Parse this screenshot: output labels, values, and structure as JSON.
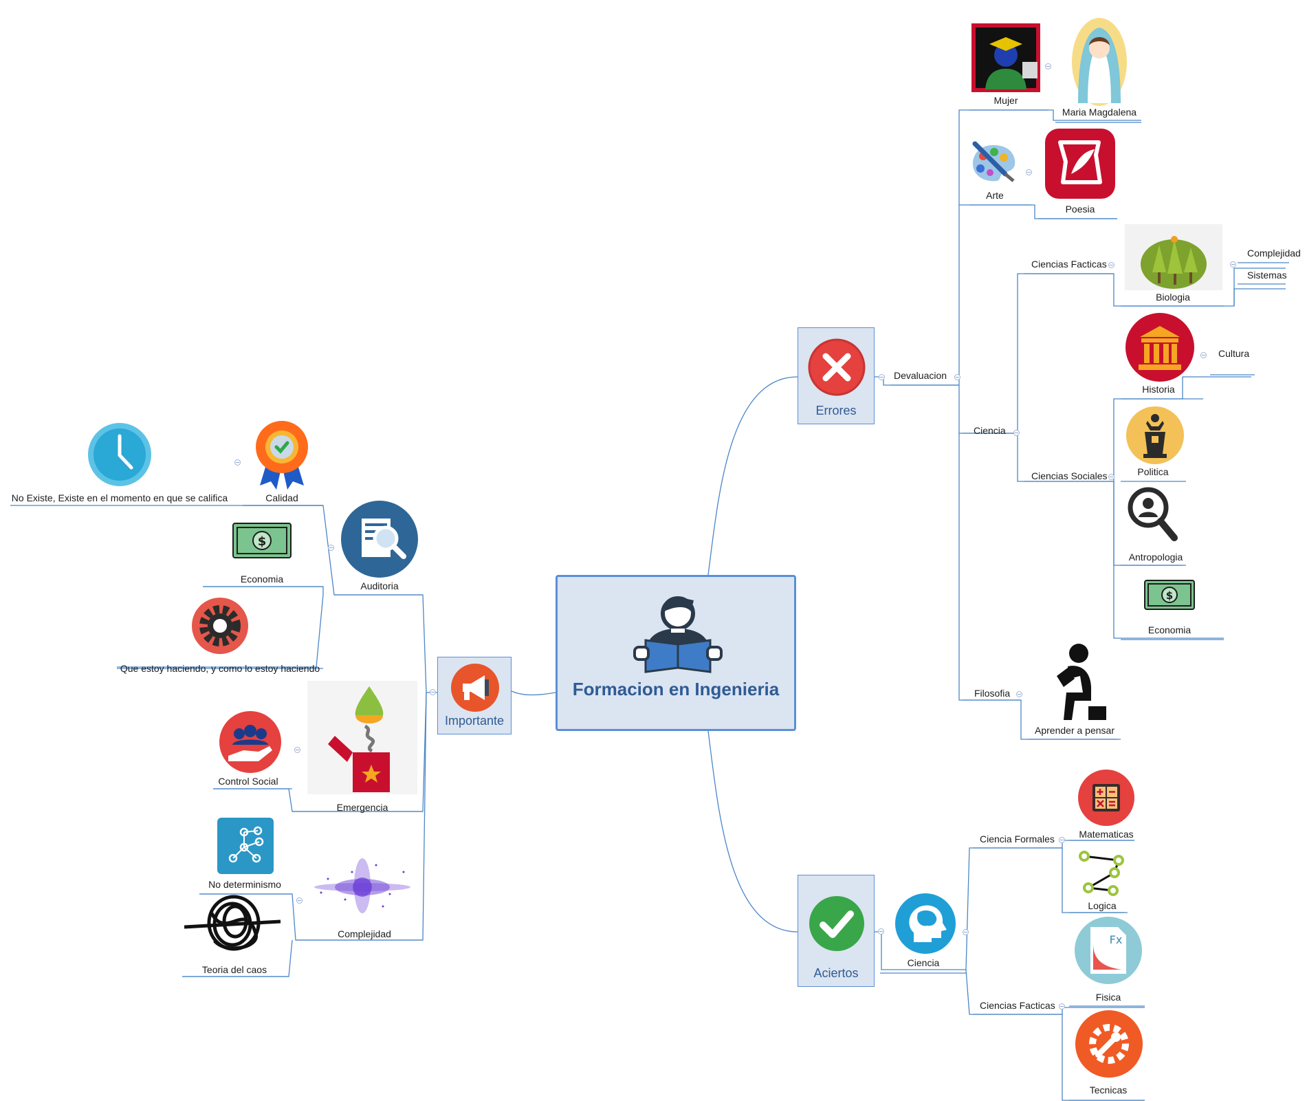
{
  "center": {
    "title": "Formacion en Ingenieria",
    "icon": "person-reading-book-icon"
  },
  "branches": {
    "errores": {
      "label": "Errores",
      "icon": "red-x-icon",
      "color": "#e4413f"
    },
    "importante": {
      "label": "Importante",
      "icon": "megaphone-icon",
      "color": "#e8552b"
    },
    "aciertos": {
      "label": "Aciertos",
      "icon": "green-check-icon",
      "color": "#3aa64a"
    }
  },
  "errores": {
    "devaluacion": "Devaluacion",
    "mujer": "Mujer",
    "maria_magdalena": "Maria Magdalena",
    "arte": "Arte",
    "poesia": "Poesia",
    "ciencia": "Ciencia",
    "ciencias_facticas": "Ciencias Facticas",
    "biologia": "Biologia",
    "complejidad": "Complejidad",
    "sistemas": "Sistemas",
    "historia": "Historia",
    "cultura": "Cultura",
    "ciencias_sociales": "Ciencias Sociales",
    "politica": "Politica",
    "antropologia": "Antropologia",
    "economia": "Economia",
    "filosofia": "Filosofia",
    "aprender_a_pensar": "Aprender a pensar"
  },
  "importante": {
    "auditoria": "Auditoria",
    "calidad": "Calidad",
    "no_existe": "No Existe, Existe en el momento en que se califica",
    "economia": "Economia",
    "que_estoy": "Que estoy haciendo, y como lo estoy haciendo",
    "emergencia": "Emergencia",
    "control_social": "Control Social",
    "complejidad": "Complejidad",
    "no_determinismo": "No determinismo",
    "teoria_del_caos": "Teoria del caos"
  },
  "aciertos": {
    "ciencia": "Ciencia",
    "ciencia_formales": "Ciencia Formales",
    "matematicas": "Matematicas",
    "logica": "Logica",
    "ciencias_facticas": "Ciencias Facticas",
    "fisica": "Fisica",
    "fisica_icon_text": "Fx",
    "tecnicas": "Tecnicas"
  },
  "colors": {
    "line": "#4a86c8",
    "node_fill": "#dbe4f1",
    "node_border": "#5b8fd6",
    "title": "#2f5b93"
  }
}
